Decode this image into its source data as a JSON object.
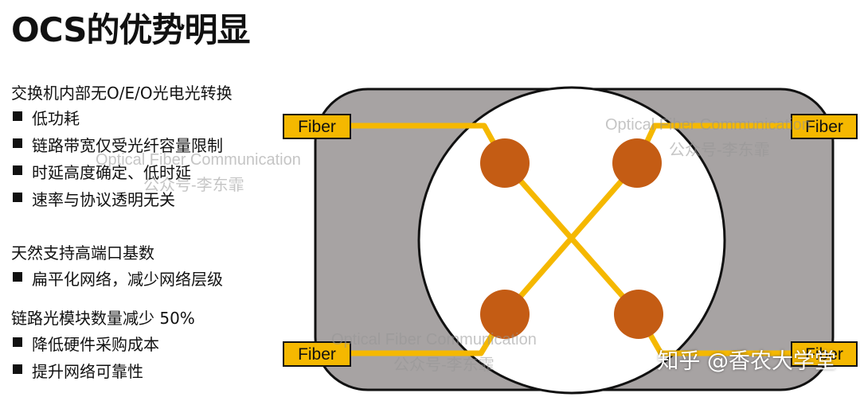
{
  "title": "OCS的优势明显",
  "sections": [
    {
      "heading": "交换机内部无O/E/O光电光转换",
      "bullets": [
        "低功耗",
        "链路带宽仅受光纤容量限制",
        "时延高度确定、低时延",
        "速率与协议透明无关"
      ]
    },
    {
      "heading": "天然支持高端口基数",
      "bullets": [
        "扁平化网络，减少网络层级"
      ]
    },
    {
      "heading": "链路光模块数量减少 50%",
      "bullets": [
        "降低硬件采购成本",
        "提升网络可靠性"
      ]
    }
  ],
  "diagram": {
    "fiber_labels": [
      "Fiber",
      "Fiber",
      "Fiber",
      "Fiber"
    ],
    "colors": {
      "housing": "#a7a3a3",
      "fiber": "#f5b800",
      "node": "#c45c14",
      "label_bg": "#f5b800"
    }
  },
  "watermark": {
    "line1": "Optical Fiber Communication",
    "line2": "公众号-李东霏"
  },
  "brand": "知乎 @香农大学堂"
}
